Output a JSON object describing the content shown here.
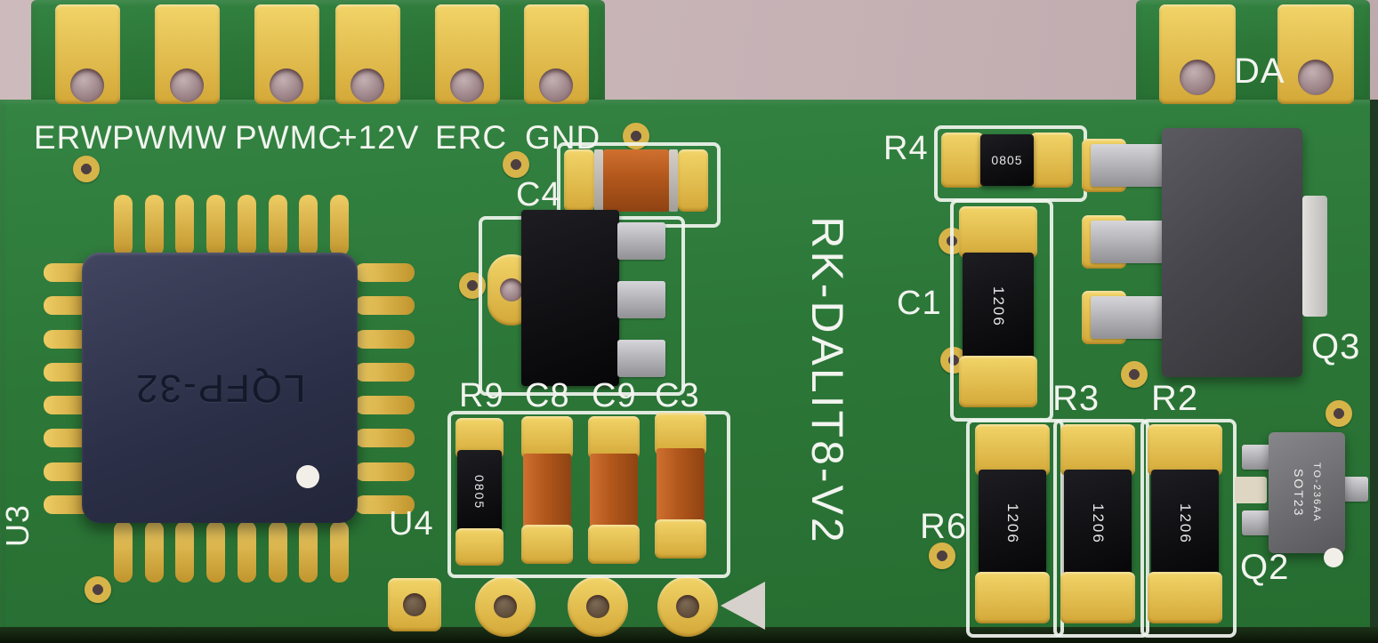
{
  "colors": {
    "background": "#c8b4b7",
    "board_green": "#2c7537",
    "pad_gold": "#e3bc4c",
    "silkscreen_white": "#f2f4ef",
    "ic_navy": "#30344c",
    "ceramic_orange": "#b2571c",
    "component_black": "#0a0a0c",
    "metal_gray": "#c9c9cd"
  },
  "connector_labels": [
    "ERW",
    "PWMW",
    "PWMC",
    "+12V",
    "ERC",
    "GND"
  ],
  "right_tab_label": "DA",
  "board_name": "RK-DALIT8-V2",
  "refs": {
    "u3": "U3",
    "u4": "U4",
    "c4": "C4",
    "r9": "R9",
    "c8": "C8",
    "c9": "C9",
    "c3": "C3",
    "r4": "R4",
    "c1": "C1",
    "q3": "Q3",
    "r3": "R3",
    "r2": "R2",
    "r6": "R6",
    "q2": "Q2"
  },
  "markings": {
    "u3_package": "LQFP-32",
    "r9_code": "0805",
    "r4_code": "0805",
    "c1_code": "1206",
    "r6_code": "1206",
    "r3_code": "1206",
    "r2_code": "1206",
    "q2_package": "SOT23",
    "q2_type": "TO-236AA"
  }
}
